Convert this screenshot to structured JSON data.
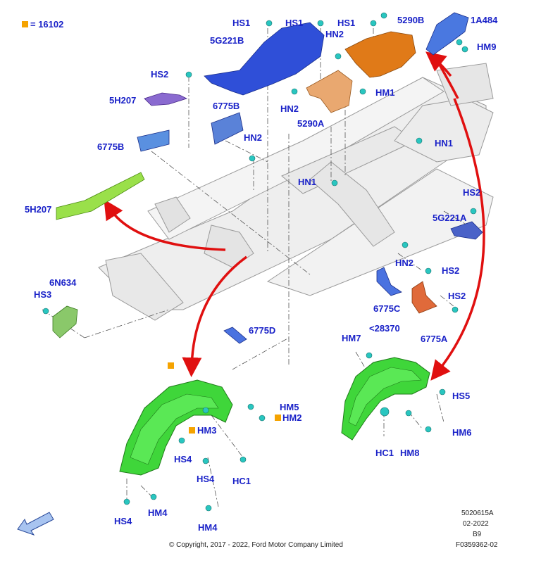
{
  "legend": {
    "marker_color": "#f5a300",
    "text": "= 16102"
  },
  "labels": {
    "hs1_a": "HS1",
    "hs1_b": "HS1",
    "hs1_c": "HS1",
    "p5290b_top": "5290B",
    "p1a484": "1A484",
    "hm9": "HM9",
    "p5g221b": "5G221B",
    "hn2_a": "HN2",
    "hs2_a": "HS2",
    "hm1": "HM1",
    "p5h207_top": "5H207",
    "hn2_b": "HN2",
    "p6775b_a": "6775B",
    "p5290a": "5290A",
    "hn2_c": "HN2",
    "hn1_a": "HN1",
    "p6775b_b": "6775B",
    "hn1_b": "HN1",
    "hs2_b": "HS2",
    "p5h207_bot": "5H207",
    "p5g221a": "5G221A",
    "hn2_d": "HN2",
    "hs2_c": "HS2",
    "p6n634": "6N634",
    "hs3": "HS3",
    "hs2_d": "HS2",
    "p6775c": "6775C",
    "p6775a": "6775A",
    "p6775d": "6775D",
    "hm7": "HM7",
    "p28370": "<28370",
    "hm5": "HM5",
    "hm2": "HM2",
    "hm3": "HM3",
    "hs5": "HS5",
    "hs4_a": "HS4",
    "hs4_b": "HS4",
    "hc1_a": "HC1",
    "hc1_b": "HC1",
    "hm8": "HM8",
    "hm6": "HM6",
    "hs4_c": "HS4",
    "hm4_a": "HM4",
    "hm4_b": "HM4"
  },
  "footer": {
    "copyright": "© Copyright, 2017 - 2022, Ford Motor Company Limited",
    "code1": "5020615A",
    "date": "02-2022",
    "rev": "B9",
    "code2": "F0359362-02"
  },
  "colors": {
    "label": "#1a22c8",
    "arrow": "#e01010",
    "blue_part": "#2f4fd8",
    "orange_part": "#e07a18",
    "green_part": "#3fd63a",
    "purple_part": "#7a55c8",
    "clip": "#29c6c0"
  }
}
